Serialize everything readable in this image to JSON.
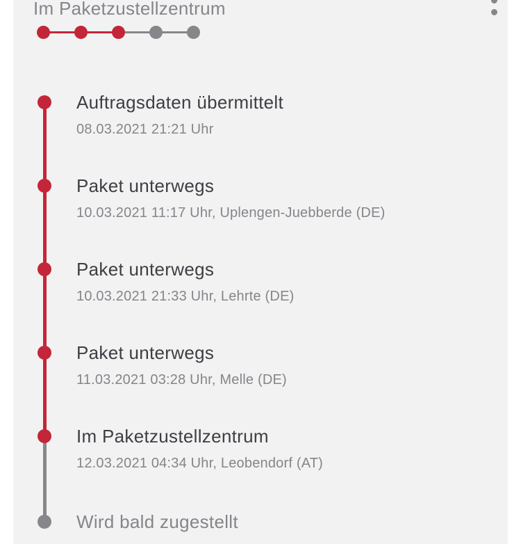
{
  "header": {
    "title": "Im Paketzustellzentrum",
    "menu_icon": "kebab-menu"
  },
  "progress": {
    "total_steps": 5,
    "completed_steps": 3
  },
  "timeline": {
    "entries": [
      {
        "title": "Auftragsdaten übermittelt",
        "datetime": "08.03.2021 21:21 Uhr",
        "state": "completed"
      },
      {
        "title": "Paket unterwegs",
        "datetime": "10.03.2021 11:17 Uhr, Uplengen-Juebberde (DE)",
        "state": "completed"
      },
      {
        "title": "Paket unterwegs",
        "datetime": "10.03.2021 21:33 Uhr, Lehrte (DE)",
        "state": "completed"
      },
      {
        "title": "Paket unterwegs",
        "datetime": "11.03.2021 03:28 Uhr, Melle (DE)",
        "state": "completed"
      },
      {
        "title": "Im Paketzustellzentrum",
        "datetime": "12.03.2021 04:34 Uhr, Leobendorf (AT)",
        "state": "completed"
      },
      {
        "title": "Wird bald zugestellt",
        "state": "pending"
      }
    ]
  },
  "colors": {
    "accent_red": "#c32638",
    "step_gray": "#87878b",
    "title_text": "#3e3e43",
    "muted_text": "#85858a",
    "panel_bg": "#f2f2f3",
    "page_bg": "#ffffff"
  }
}
